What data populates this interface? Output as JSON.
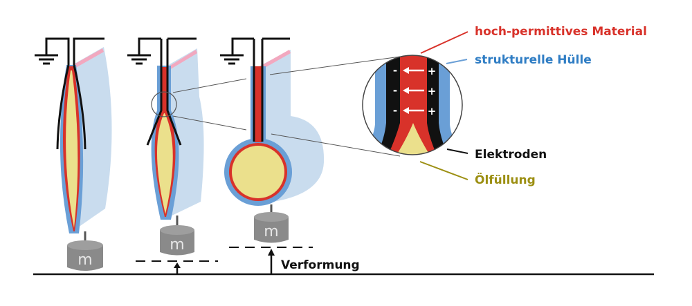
{
  "colors": {
    "hull": "#6a9fd6",
    "hull_light": "#c9dcee",
    "material": "#d8322a",
    "electrode": "#111111",
    "oil": "#ebe08c",
    "pink": "#f2a8bf",
    "mass": "#8a8a8a",
    "mass_top": "#9e9e9e"
  },
  "labels": {
    "material": {
      "text": "hoch-permittives Material",
      "color": "#d8322a"
    },
    "hull": {
      "text": "strukturelle Hülle",
      "color": "#2f7dc4"
    },
    "electrodes": {
      "text": "Elektroden",
      "color": "#111111"
    },
    "oil": {
      "text": "Ölfüllung",
      "color": "#9c8f12"
    }
  },
  "mass_label": "m",
  "deformation_label": "Verformung",
  "detail_signs": {
    "minus": "-",
    "plus": "+"
  }
}
